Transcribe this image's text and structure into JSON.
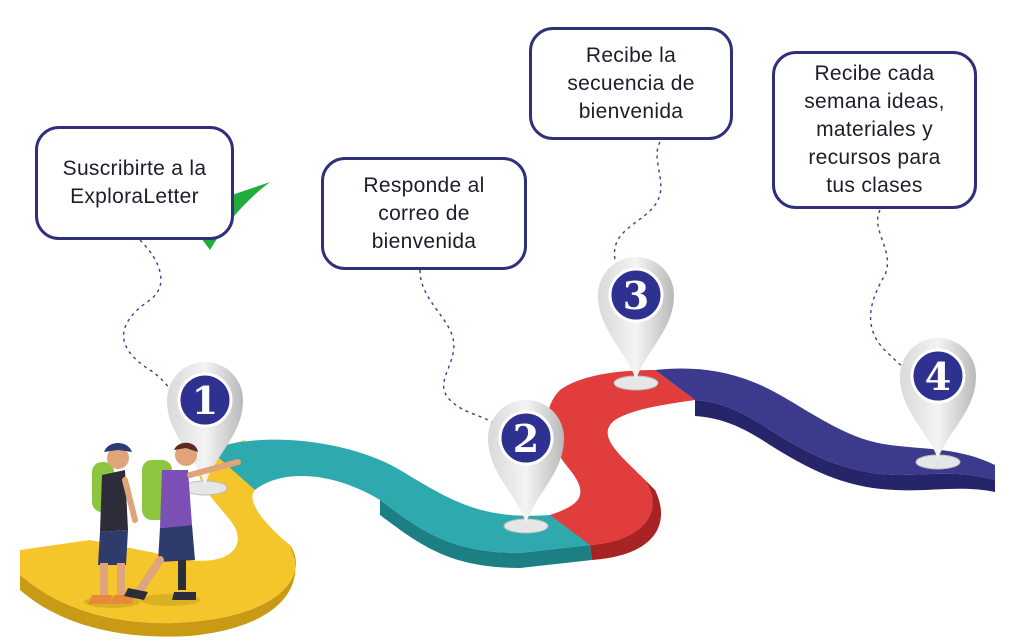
{
  "steps": [
    {
      "number": "1",
      "text": "Suscribirte a la\nExploraLetter",
      "done": true
    },
    {
      "number": "2",
      "text": "Responde al\ncorreo de\nbienvenida"
    },
    {
      "number": "3",
      "text": "Recibe la\nsecuencia de\nbienvenida"
    },
    {
      "number": "4",
      "text": "Recibe cada\nsemana ideas,\nmateriales y\nrecursos para\ntus clases"
    }
  ],
  "colors": {
    "segment_1": "#f5c52c",
    "segment_2": "#2eaaae",
    "segment_3": "#e13d3d",
    "segment_4": "#3c3a8d",
    "callout_border": "#2f3079",
    "pin": "#c9c9c9",
    "pin_badge": "#2e3190",
    "check": "#1fae3a"
  },
  "icons": [
    "check-icon",
    "location-pin-icon",
    "hiker-figure"
  ]
}
